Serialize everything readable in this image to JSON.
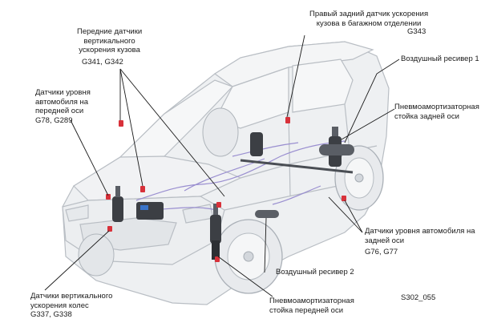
{
  "labels": {
    "front_vertical_sensors": {
      "lines": [
        "Передние датчики",
        "вертикального",
        "ускорения кузова"
      ],
      "code": "G341, G342"
    },
    "rear_right_sensor": {
      "lines": [
        "Правый задний датчик ускорения",
        "кузова в багажном отделении"
      ],
      "code": "G343"
    },
    "air_receiver_1": {
      "lines": [
        "Воздушный ресивер 1"
      ]
    },
    "front_level_sensors": {
      "lines": [
        "Датчики уровня",
        "автомобиля на",
        "передней оси"
      ],
      "code": "G78, G289"
    },
    "rear_strut": {
      "lines": [
        "Пневмоамортизаторная",
        "стойка задней оси"
      ]
    },
    "rear_level_sensors": {
      "lines": [
        "Датчики уровня автомобиля на",
        "задней оси"
      ],
      "code": "G76, G77"
    },
    "air_receiver_2": {
      "lines": [
        "Воздушный ресивер 2"
      ]
    },
    "wheel_sensors": {
      "lines": [
        "Датчики вертикального",
        "ускорения колес"
      ],
      "code": "G337, G338"
    },
    "front_strut": {
      "lines": [
        "Пневмоамортизаторная",
        "стойка передней оси"
      ]
    },
    "figure_id": "S302_055"
  },
  "colors": {
    "body_outline": "#b9bec4",
    "body_fill": "#eef0f2",
    "leader": "#1a1a1a",
    "sensor_red": "#d8313a",
    "air_line": "#9a8fd0",
    "component_dark": "#3c3f44",
    "accent_blue": "#3a74c8"
  }
}
